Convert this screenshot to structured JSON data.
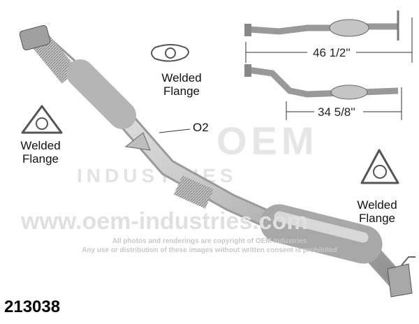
{
  "watermark": {
    "brand": "OEM",
    "sub": "INDUSTRIES",
    "url": "www.oem-industries.com",
    "copyright_line1": "All photos and renderings are copyright of OEM Industries",
    "copyright_line2": "Any use or distribution of these images without written consent is prohibited"
  },
  "labels": {
    "flange_top": "Welded Flange",
    "flange_left": "Welded Flange",
    "flange_right": "Welded Flange",
    "o2": "O2"
  },
  "dimensions": {
    "overall": "46 1/2''",
    "secondary": "34 5/8''"
  },
  "part_number": "213038"
}
